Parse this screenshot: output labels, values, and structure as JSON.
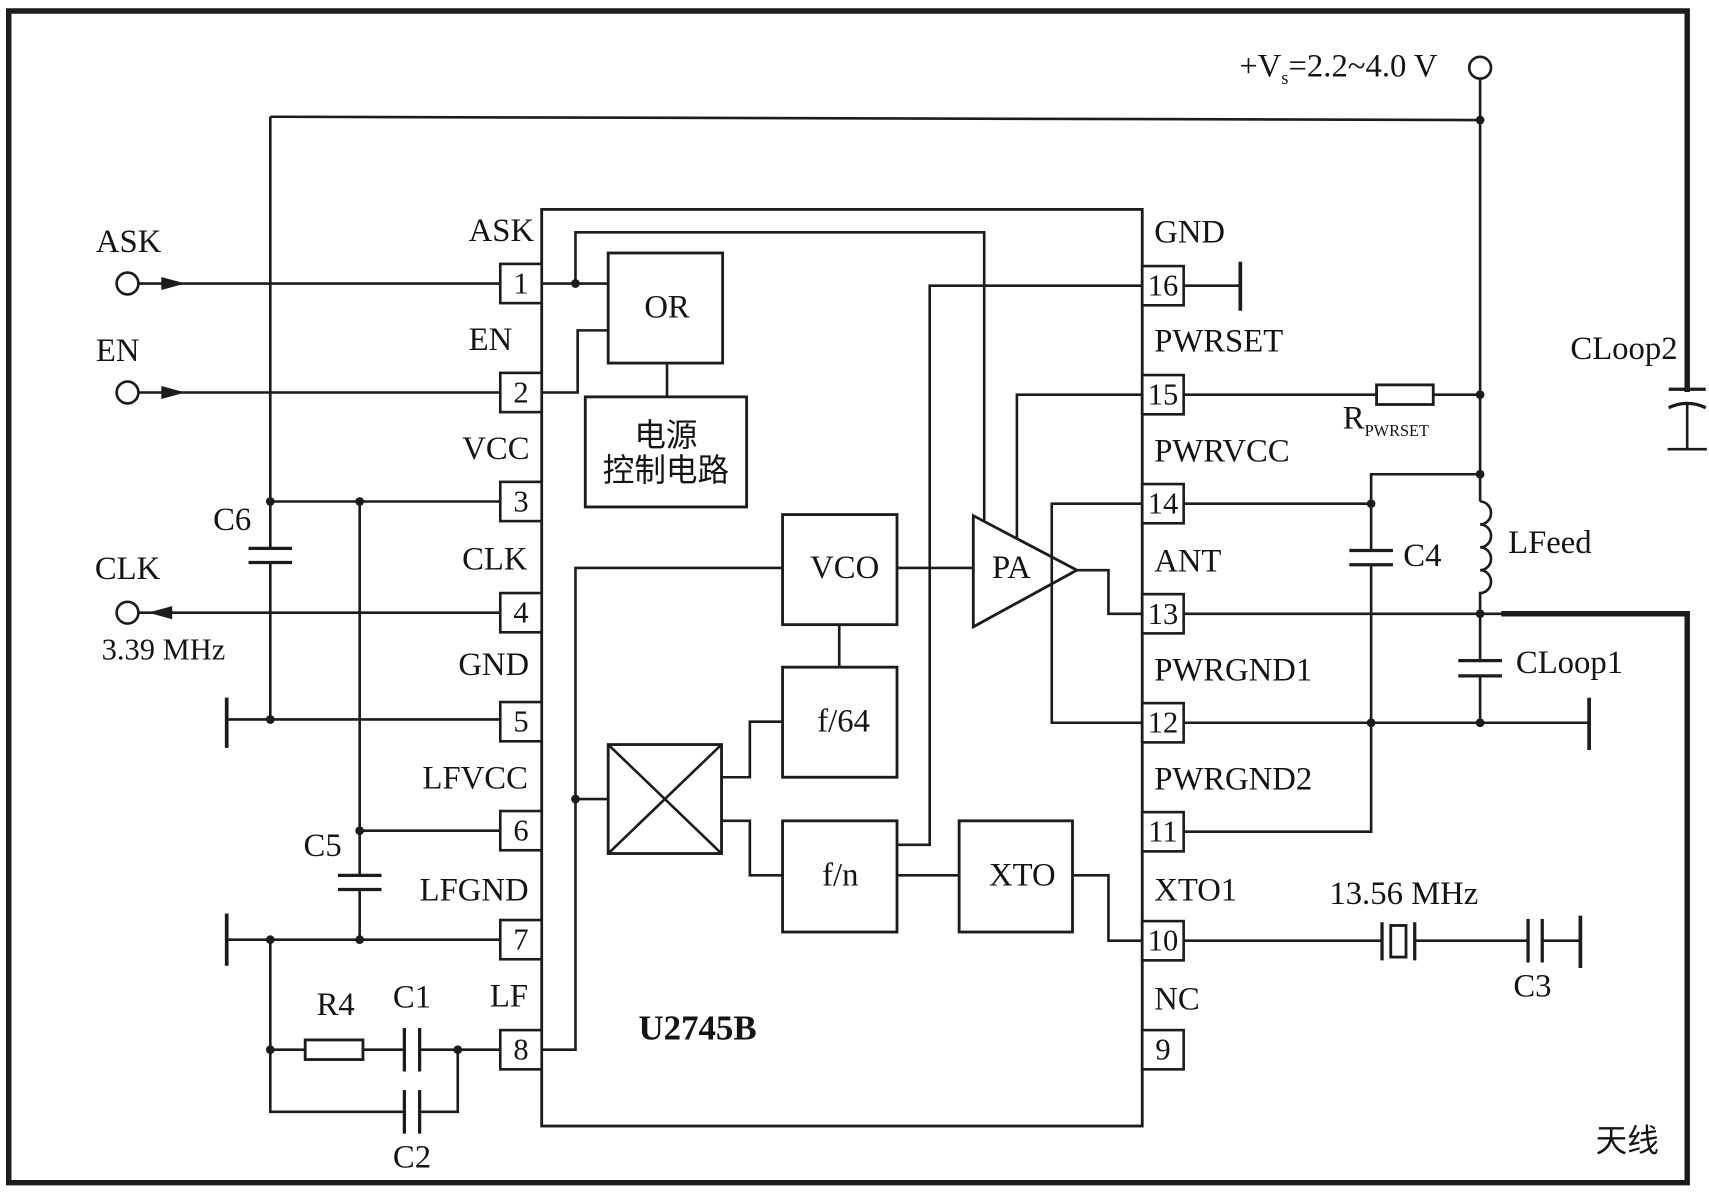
{
  "ic": {
    "part_number": "U2745B",
    "left_pins": [
      {
        "number": "1",
        "name": "ASK"
      },
      {
        "number": "2",
        "name": "EN"
      },
      {
        "number": "3",
        "name": "VCC"
      },
      {
        "number": "4",
        "name": "CLK"
      },
      {
        "number": "5",
        "name": "GND"
      },
      {
        "number": "6",
        "name": "LFVCC"
      },
      {
        "number": "7",
        "name": "LFGND"
      },
      {
        "number": "8",
        "name": "LF"
      }
    ],
    "right_pins": [
      {
        "number": "16",
        "name": "GND"
      },
      {
        "number": "15",
        "name": "PWRSET"
      },
      {
        "number": "14",
        "name": "PWRVCC"
      },
      {
        "number": "13",
        "name": "ANT"
      },
      {
        "number": "12",
        "name": "PWRGND1"
      },
      {
        "number": "11",
        "name": "PWRGND2"
      },
      {
        "number": "10",
        "name": "XTO1"
      },
      {
        "number": "9",
        "name": "NC"
      }
    ],
    "blocks": {
      "or_gate": "OR",
      "power_control_line1": "电源",
      "power_control_line2": "控制电路",
      "vco": "VCO",
      "pa": "PA",
      "divider_64": "f/64",
      "divider_n": "f/n",
      "xto": "XTO"
    }
  },
  "terminals": {
    "ask": "ASK",
    "en": "EN",
    "clk": "CLK",
    "clk_frequency": "3.39 MHz",
    "supply": {
      "prefix": "+V",
      "subscript": "s",
      "range": "=2.2~4.0 V"
    }
  },
  "components": {
    "c1": "C1",
    "c2": "C2",
    "c3": "C3",
    "c4": "C4",
    "c5": "C5",
    "c6": "C6",
    "r4": "R4",
    "r_pwrset": {
      "symbol": "R",
      "subscript": "PWRSET"
    },
    "lfeed": "LFeed",
    "cloop1": "CLoop1",
    "cloop2": "CLoop2",
    "crystal": "13.56 MHz"
  },
  "antenna_label": "天线"
}
